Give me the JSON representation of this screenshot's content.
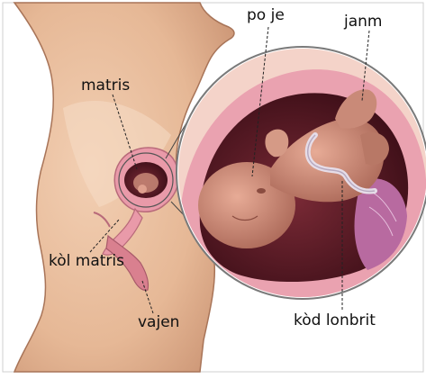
{
  "labels": {
    "matris": "matris",
    "po_je": "po je",
    "janm": "janm",
    "kol_matris": "kòl matris",
    "vajen": "vajen",
    "kod_lonbrit": "kòd lonbrit"
  },
  "colors": {
    "skin": "#e8bfa0",
    "skin_shadow": "#cf9c7b",
    "body_outline": "#a87458",
    "uterus_wall": "#e89aa8",
    "amniotic": "#5a1a26",
    "fetus": "#c98a78",
    "placenta": "#b86aa0",
    "cord": "#e6dde8",
    "leader_line": "#222222",
    "frame": "#c8c8c8"
  },
  "icons": [
    "fetus-illustration",
    "magnified-uterus-circle",
    "leader-line"
  ]
}
